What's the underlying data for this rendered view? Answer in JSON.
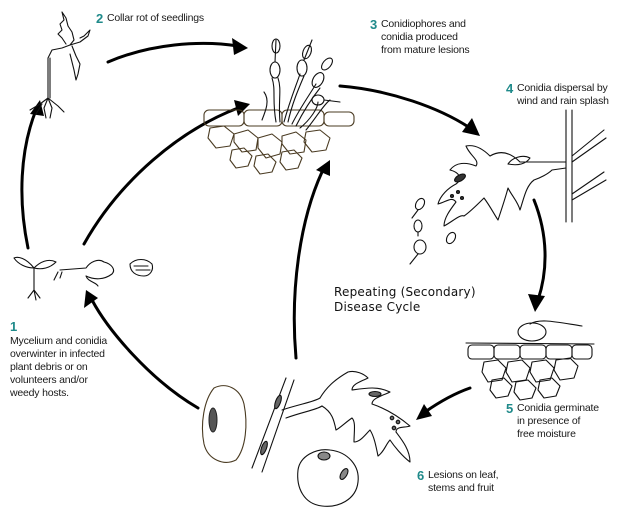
{
  "diagram": {
    "center_title": [
      "Repeating (Secondary)",
      "Disease Cycle"
    ],
    "accent_color": "#1f8a8a",
    "steps": [
      {
        "number": "1",
        "text": [
          "Mycelium and conidia",
          "overwinter in infected",
          "plant debris or on",
          "volunteers and/or",
          "weedy hosts."
        ]
      },
      {
        "number": "2",
        "text": [
          "Collar rot of seedlings"
        ]
      },
      {
        "number": "3",
        "text": [
          "Conidiophores and",
          "conidia produced",
          "from mature lesions"
        ]
      },
      {
        "number": "4",
        "text": [
          "Conidia dispersal by",
          "wind and rain splash"
        ]
      },
      {
        "number": "5",
        "text": [
          "Conidia germinate",
          "in presence of",
          "free moisture"
        ]
      },
      {
        "number": "6",
        "text": [
          "Lesions on leaf,",
          "stems and fruit"
        ]
      }
    ],
    "illustrations": [
      "infected-plant-debris",
      "seedling-with-collar-rot",
      "conidiophores-on-leaf-tissue",
      "infected-tomato-leaf-with-dispersing-conidia",
      "germinating-conidium-on-leaf-tissue",
      "lesioned-leaf-stem-fruit-and-potato"
    ]
  }
}
